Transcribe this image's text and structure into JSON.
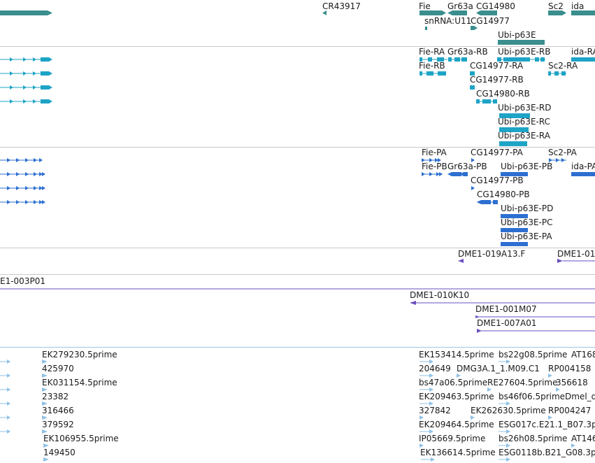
{
  "tracks": [
    {
      "id": "genes",
      "color": "#3a8e8e",
      "labels": [
        "CR43917",
        "Fie",
        "Gr63a",
        "CG14980",
        "Sc2",
        "ida",
        "snRNA:U11",
        "CG14977",
        "Ubi-p63E"
      ]
    },
    {
      "id": "transcripts",
      "color": "#1ea4c6",
      "labels": [
        "Fie-RA",
        "Gr63a-RB",
        "Ubi-p63E-RB",
        "ida-RA",
        "Fie-RB",
        "CG14977-RA",
        "Sc2-RA",
        "CG14977-RB",
        "CG14980-RB",
        "Ubi-p63E-RD",
        "Ubi-p63E-RC",
        "Ubi-p63E-RA"
      ]
    },
    {
      "id": "proteins",
      "color": "#2d6fd1",
      "labels": [
        "Fie-PA",
        "CG14977-PA",
        "Sc2-PA",
        "Fie-PB",
        "Gr63a-PB",
        "Ubi-p63E-PB",
        "ida-PA",
        "CG14977-PB",
        "CG14980-PB",
        "Ubi-p63E-PD",
        "Ubi-p63E-PC",
        "Ubi-p63E-PA"
      ]
    },
    {
      "id": "clones-a",
      "color": "#6a4fc0",
      "labels": [
        "DME1-019A13.F",
        "DME1-01"
      ]
    },
    {
      "id": "clones-b",
      "color": "#6a4fc0",
      "labels": [
        "E1-003P01",
        "DME1-010K10",
        "DME1-001M07",
        "DME1-007A01"
      ]
    },
    {
      "id": "ests",
      "color": "#8fc1e6",
      "labels": [
        "EK279230.5prime",
        "425970",
        "EK031154.5prime",
        "23382",
        "316466",
        "379592",
        "EK106955.5prime",
        "149450",
        "EK153414.5prime",
        "bs22g08.5prime",
        "AT168",
        "204649",
        "DMG3A.1_1.M09.C1",
        "RP004158",
        "bs47a06.5prime",
        "RE27604.5prime",
        "356618",
        "EK209463.5prime",
        "bs46f06.5prime",
        "Dmel_d",
        "327842",
        "EK262630.5prime",
        "RP004247",
        "EK209464.5prime",
        "ESG017c.E21.1_B07.3p",
        "IP05669.5prime",
        "bs26h08.5prime",
        "AT146",
        "EK136614.5prime",
        "ESG0118b.B21_G08.3p"
      ]
    }
  ]
}
